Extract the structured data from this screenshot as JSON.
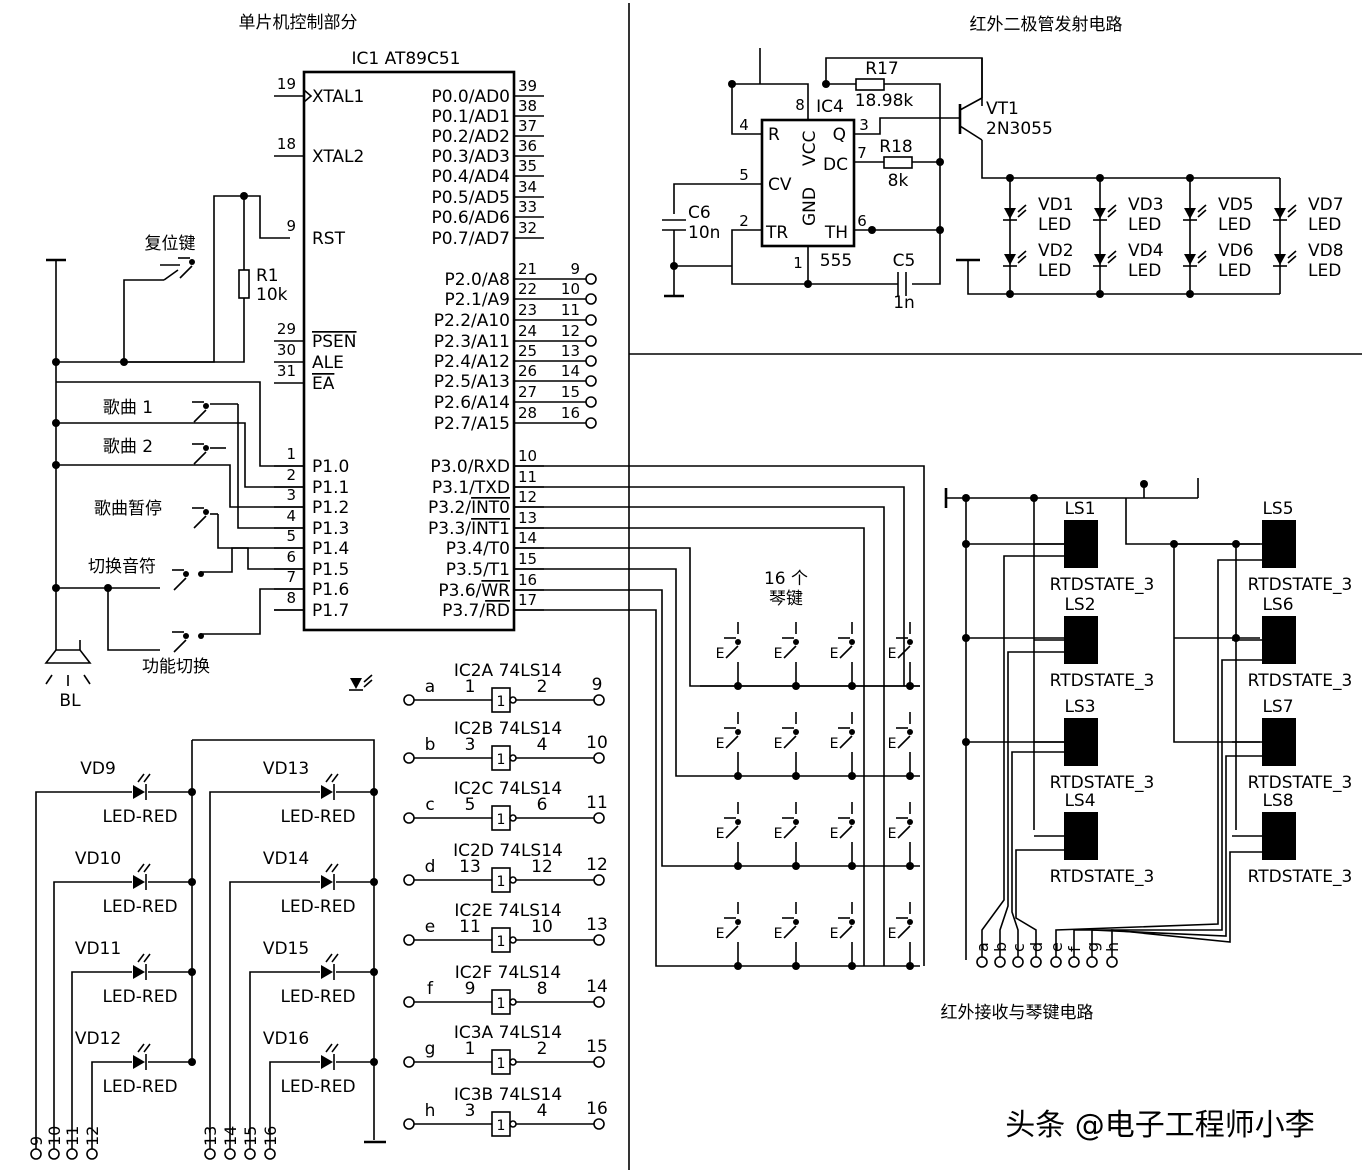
{
  "sections": {
    "mcu": "单片机控制部分",
    "ir_tx": "红外二极管发射电路",
    "rx_keys": "红外接收与琴键电路"
  },
  "watermark": "头条 @电子工程师小李",
  "colors": {
    "ink": "#000000",
    "background": "#ffffff"
  },
  "ic1": {
    "title": "IC1 AT89C51",
    "left_pins": [
      {
        "num": "19",
        "name": "XTAL1"
      },
      {
        "num": "18",
        "name": "XTAL2"
      },
      {
        "num": "9",
        "name": "RST"
      },
      {
        "num": "29",
        "name": "PSEN"
      },
      {
        "num": "30",
        "name": "ALE"
      },
      {
        "num": "31",
        "name": "EA"
      },
      {
        "num": "1",
        "name": "P1.0"
      },
      {
        "num": "2",
        "name": "P1.1"
      },
      {
        "num": "3",
        "name": "P1.2"
      },
      {
        "num": "4",
        "name": "P1.3"
      },
      {
        "num": "5",
        "name": "P1.4"
      },
      {
        "num": "6",
        "name": "P1.5"
      },
      {
        "num": "7",
        "name": "P1.6"
      },
      {
        "num": "8",
        "name": "P1.7"
      }
    ],
    "right_pins": [
      {
        "num": "39",
        "name": "P0.0/AD0"
      },
      {
        "num": "38",
        "name": "P0.1/AD1"
      },
      {
        "num": "37",
        "name": "P0.2/AD2"
      },
      {
        "num": "36",
        "name": "P0.3/AD3"
      },
      {
        "num": "35",
        "name": "P0.4/AD4"
      },
      {
        "num": "34",
        "name": "P0.5/AD5"
      },
      {
        "num": "33",
        "name": "P0.6/AD6"
      },
      {
        "num": "32",
        "name": "P0.7/AD7"
      },
      {
        "num": "21",
        "name": "P2.0/A8",
        "net": "9"
      },
      {
        "num": "22",
        "name": "P2.1/A9",
        "net": "10"
      },
      {
        "num": "23",
        "name": "P2.2/A10",
        "net": "11"
      },
      {
        "num": "24",
        "name": "P2.3/A11",
        "net": "12"
      },
      {
        "num": "25",
        "name": "P2.4/A12",
        "net": "13"
      },
      {
        "num": "26",
        "name": "P2.5/A13",
        "net": "14"
      },
      {
        "num": "27",
        "name": "P2.6/A14",
        "net": "15"
      },
      {
        "num": "28",
        "name": "P2.7/A15",
        "net": "16"
      },
      {
        "num": "10",
        "name": "P3.0/RXD"
      },
      {
        "num": "11",
        "name": "P3.1/TXD"
      },
      {
        "num": "12",
        "name": "P3.2/INT0"
      },
      {
        "num": "13",
        "name": "P3.3/INT1"
      },
      {
        "num": "14",
        "name": "P3.4/T0"
      },
      {
        "num": "15",
        "name": "P3.5/T1"
      },
      {
        "num": "16",
        "name": "P3.6/WR"
      },
      {
        "num": "17",
        "name": "P3.7/RD"
      }
    ]
  },
  "mcu_parts": {
    "reset_key": "复位键",
    "r1_name": "R1",
    "r1_value": "10k",
    "song1": "歌曲 1",
    "song2": "歌曲 2",
    "pause": "歌曲暂停",
    "switch_tone": "切换音符",
    "func_switch": "功能切换",
    "speaker": "BL"
  },
  "ir_tx": {
    "ic4": "IC4",
    "ic4_type": "555",
    "pins": {
      "r": "R",
      "q": "Q",
      "vcc": "VCC",
      "dc": "DC",
      "cv": "CV",
      "gnd": "GND",
      "tr": "TR",
      "th": "TH"
    },
    "pin_nums": {
      "p8": "8",
      "p4": "4",
      "p3": "3",
      "p7": "7",
      "p5": "5",
      "p2": "2",
      "p6": "6",
      "p1": "1"
    },
    "r17_name": "R17",
    "r17_value": "18.98k",
    "r18_name": "R18",
    "r18_value": "8k",
    "c5_name": "C5",
    "c5_value": "1n",
    "c6_name": "C6",
    "c6_value": "10n",
    "vt1_name": "VT1",
    "vt1_type": "2N3055",
    "leds": [
      {
        "name": "VD1",
        "type": "LED"
      },
      {
        "name": "VD2",
        "type": "LED"
      },
      {
        "name": "VD3",
        "type": "LED"
      },
      {
        "name": "VD4",
        "type": "LED"
      },
      {
        "name": "VD5",
        "type": "LED"
      },
      {
        "name": "VD6",
        "type": "LED"
      },
      {
        "name": "VD7",
        "type": "LED"
      },
      {
        "name": "VD8",
        "type": "LED"
      }
    ]
  },
  "keys_label": [
    "16 个",
    "琴键"
  ],
  "receivers": [
    {
      "name": "LS1",
      "type": "RTDSTATE_3"
    },
    {
      "name": "LS2",
      "type": "RTDSTATE_3"
    },
    {
      "name": "LS3",
      "type": "RTDSTATE_3"
    },
    {
      "name": "LS4",
      "type": "RTDSTATE_3"
    },
    {
      "name": "LS5",
      "type": "RTDSTATE_3"
    },
    {
      "name": "LS6",
      "type": "RTDSTATE_3"
    },
    {
      "name": "LS7",
      "type": "RTDSTATE_3"
    },
    {
      "name": "LS8",
      "type": "RTDSTATE_3"
    }
  ],
  "bottom_terminals": [
    "a",
    "b",
    "c",
    "d",
    "e",
    "f",
    "g",
    "h"
  ],
  "inverters": [
    {
      "title": "IC2A 74LS14",
      "in_net": "a",
      "in_pin": "1",
      "out_pin": "2",
      "out_net": "9",
      "sym": "1"
    },
    {
      "title": "IC2B 74LS14",
      "in_net": "b",
      "in_pin": "3",
      "out_pin": "4",
      "out_net": "10",
      "sym": "1"
    },
    {
      "title": "IC2C 74LS14",
      "in_net": "c",
      "in_pin": "5",
      "out_pin": "6",
      "out_net": "11",
      "sym": "1"
    },
    {
      "title": "IC2D 74LS14",
      "in_net": "d",
      "in_pin": "13",
      "out_pin": "12",
      "out_net": "12",
      "sym": "1"
    },
    {
      "title": "IC2E 74LS14",
      "in_net": "e",
      "in_pin": "11",
      "out_pin": "10",
      "out_net": "13",
      "sym": "1"
    },
    {
      "title": "IC2F 74LS14",
      "in_net": "f",
      "in_pin": "9",
      "out_pin": "8",
      "out_net": "14",
      "sym": "1"
    },
    {
      "title": "IC3A 74LS14",
      "in_net": "g",
      "in_pin": "1",
      "out_pin": "2",
      "out_net": "15",
      "sym": "1"
    },
    {
      "title": "IC3B 74LS14",
      "in_net": "h",
      "in_pin": "3",
      "out_pin": "4",
      "out_net": "16",
      "sym": "1"
    }
  ],
  "red_leds": [
    {
      "name": "VD9",
      "type": "LED-RED"
    },
    {
      "name": "VD10",
      "type": "LED-RED"
    },
    {
      "name": "VD11",
      "type": "LED-RED"
    },
    {
      "name": "VD12",
      "type": "LED-RED"
    },
    {
      "name": "VD13",
      "type": "LED-RED"
    },
    {
      "name": "VD14",
      "type": "LED-RED"
    },
    {
      "name": "VD15",
      "type": "LED-RED"
    },
    {
      "name": "VD16",
      "type": "LED-RED"
    }
  ],
  "led_terminals": [
    "9",
    "10",
    "11",
    "12",
    "13",
    "14",
    "15",
    "16"
  ]
}
